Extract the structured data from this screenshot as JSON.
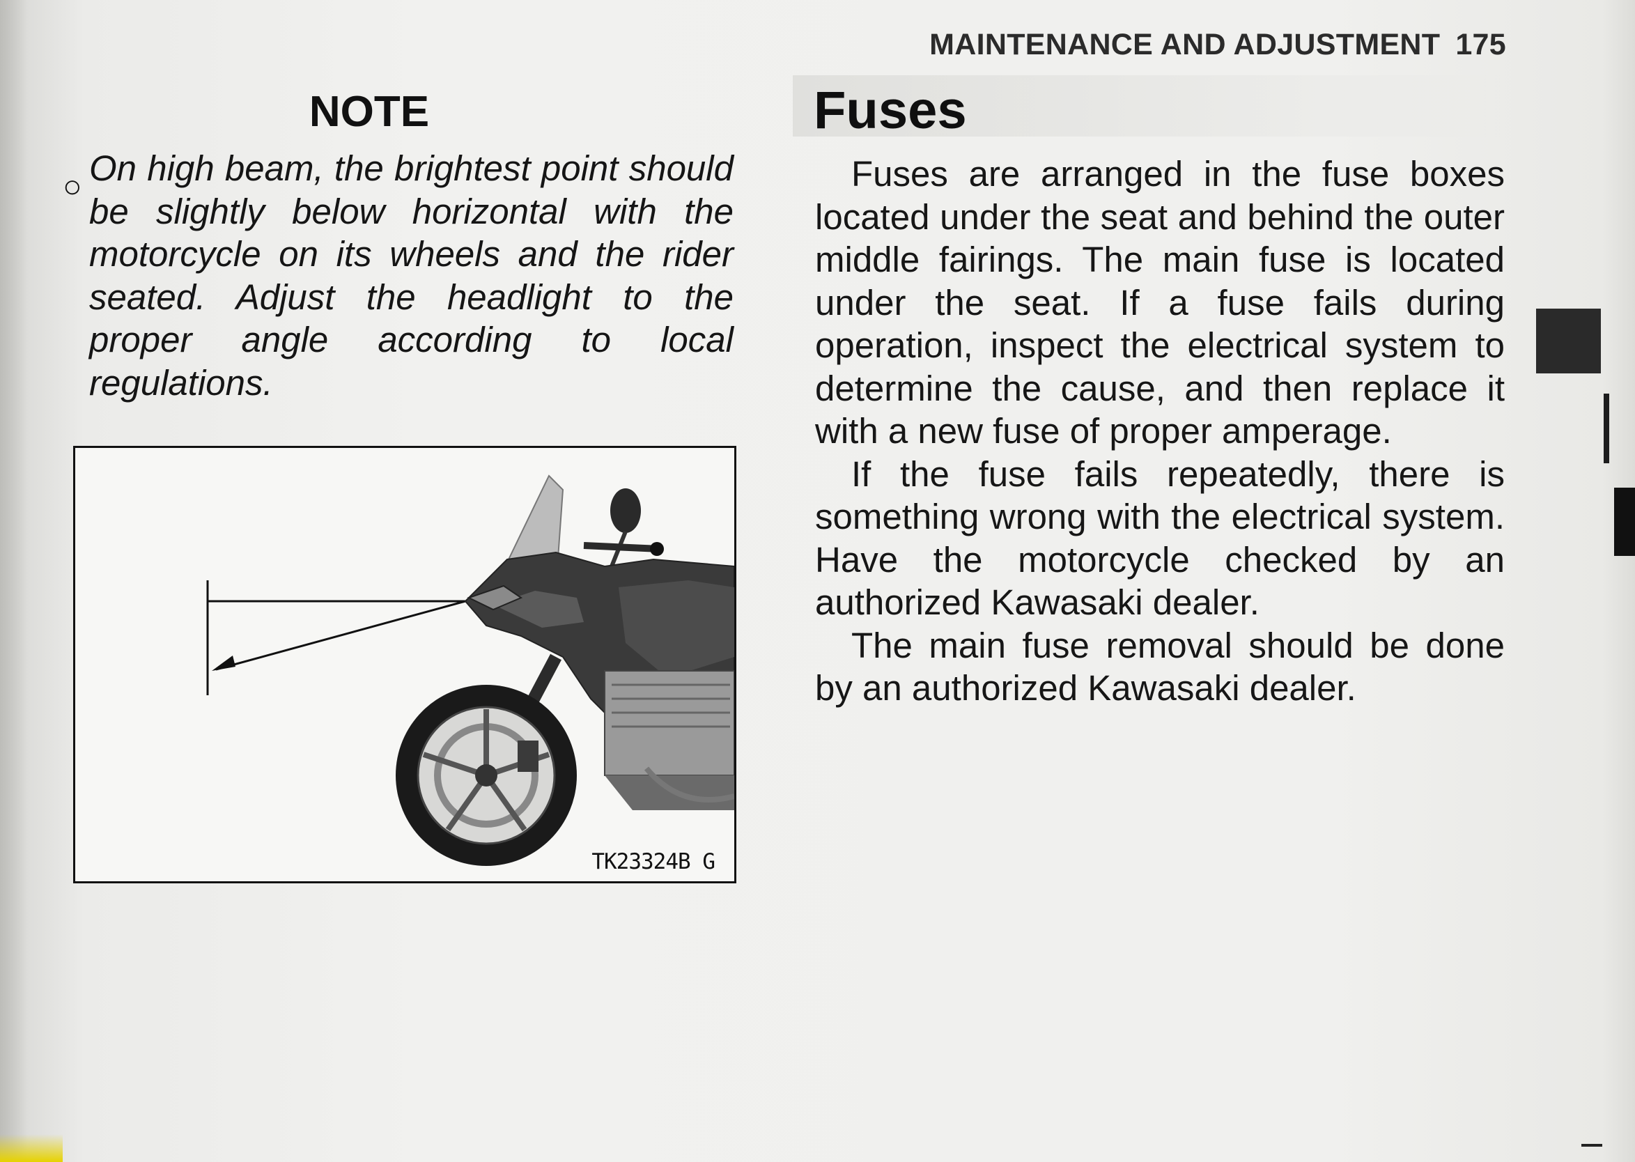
{
  "header": {
    "section": "MAINTENANCE AND ADJUSTMENT",
    "page_number": "175"
  },
  "note": {
    "title": "NOTE",
    "bullet": "○",
    "text": "On high beam, the brightest point should be slightly below horizontal with the motorcycle on its wheels and the rider seated. Adjust the headlight to the proper angle according to local regulations."
  },
  "figure": {
    "code": "TK23324B  G"
  },
  "fuses": {
    "title": "Fuses",
    "paragraphs": [
      "Fuses are arranged in the fuse boxes located under the seat and behind the outer middle fairings.  The main fuse is located under the seat.  If a fuse fails during operation, inspect the electrical system to determine the cause, and then replace it with a new fuse of proper amperage.",
      "If the fuse fails repeatedly, there is something wrong with the electrical system. Have the motorcycle checked by an authorized Kawasaki dealer.",
      "The main fuse removal should be done by an authorized Kawasaki dealer."
    ]
  }
}
